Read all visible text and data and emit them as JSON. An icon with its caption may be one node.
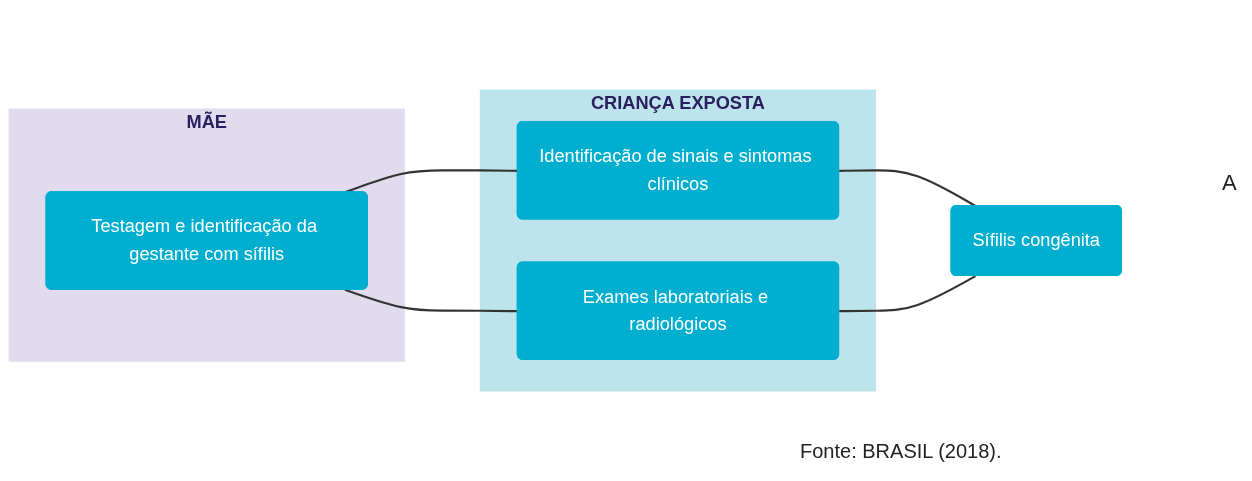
{
  "diagram": {
    "caption": "Fonte: BRASIL (2018).",
    "nodes": [
      {
        "text": [
          "MÃE"
        ]
      },
      {
        "text": [
          "Testagem e identificação da gestante com sífilis"
        ],
        "in": 0
      },
      {
        "text": [
          "CRIANÇA EXPOSTA"
        ]
      },
      {
        "text": [
          "Identificação de sinais e sintomas clínicos"
        ],
        "in": 2
      },
      {
        "text": [
          "Exames laboratoriais e radiológicos"
        ],
        "in": 2
      },
      {
        "text": [
          "Sífilis congênita"
        ]
      }
    ],
    "edges": [
      {
        "from": 1,
        "to": 3,
        "arrow": "none"
      },
      {
        "from": 1,
        "to": 4,
        "arrow": "none"
      },
      {
        "from": 3,
        "to": 5,
        "arrow": "none"
      },
      {
        "from": 4,
        "to": 5,
        "arrow": "none"
      }
    ],
    "labels": [
      "A"
    ]
  }
}
